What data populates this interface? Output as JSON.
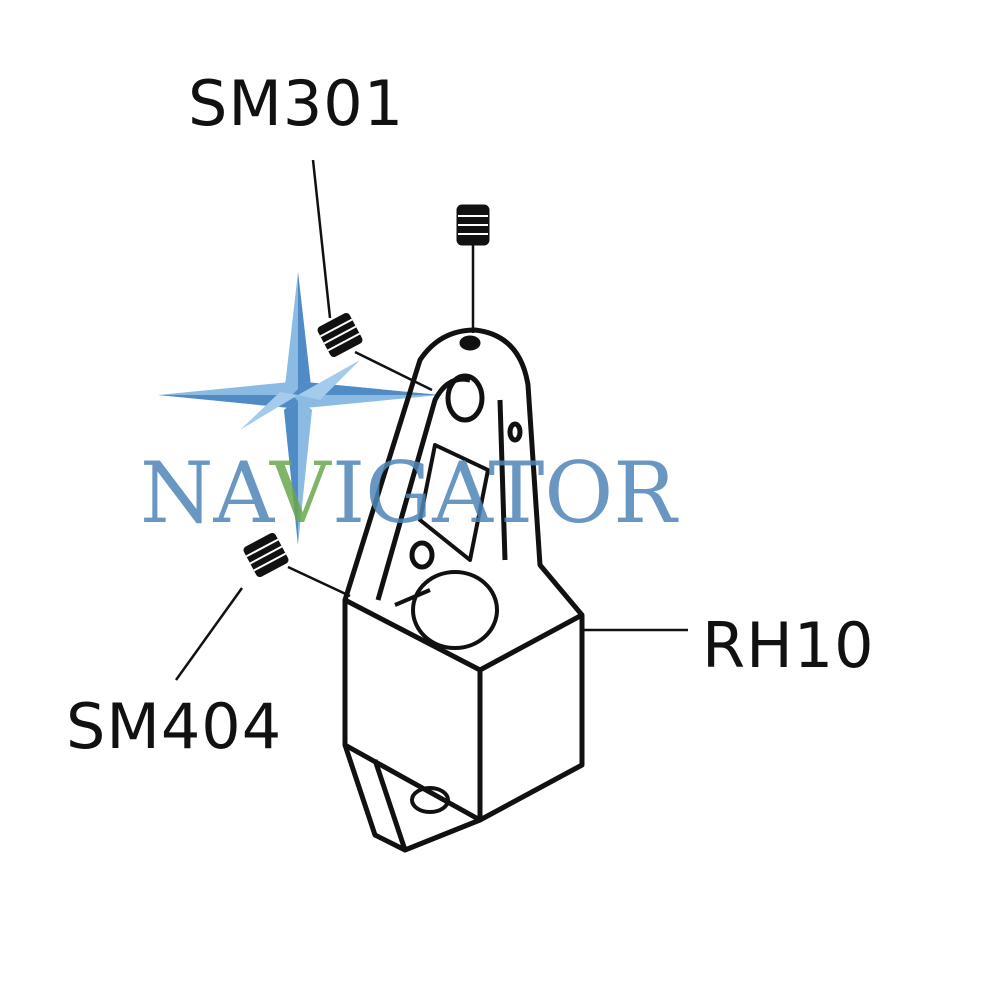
{
  "labels": {
    "top_left": "SM301",
    "right": "RH10",
    "bottom_left": "SM404"
  },
  "watermark": {
    "text": "NAVIGATOR",
    "accent_letter": "V",
    "primary_color": "#4f86b8",
    "accent_color": "#6aa84f",
    "icon": "compass-star-icon"
  },
  "colors": {
    "line": "#111111",
    "background": "#ffffff"
  }
}
